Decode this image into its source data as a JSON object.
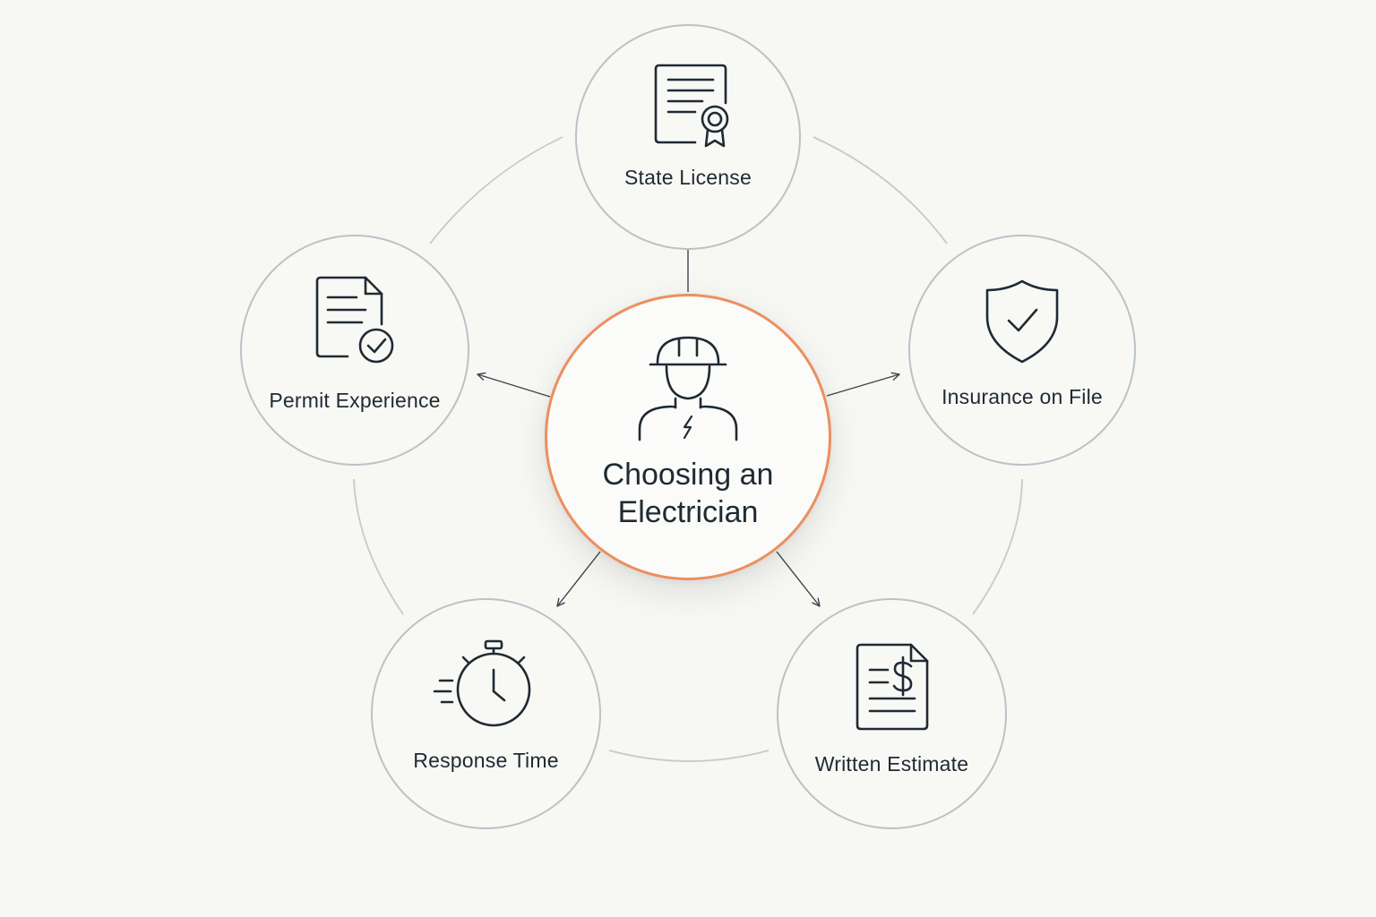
{
  "center": {
    "title_line1": "Choosing an",
    "title_line2": "Electrician",
    "icon": "electrician-hardhat-icon"
  },
  "nodes": [
    {
      "id": "state-license",
      "label": "State License",
      "icon": "license-certificate-icon"
    },
    {
      "id": "insurance",
      "label": "Insurance on File",
      "icon": "shield-check-icon"
    },
    {
      "id": "written-estimate",
      "label": "Written Estimate",
      "icon": "estimate-document-dollar-icon"
    },
    {
      "id": "response-time",
      "label": "Response Time",
      "icon": "stopwatch-icon"
    },
    {
      "id": "permit-experience",
      "label": "Permit Experience",
      "icon": "document-check-icon"
    }
  ],
  "colors": {
    "accent": "#ec8f5e",
    "ring": "#b9c3c7",
    "text": "#1f2a33",
    "background": "#f7f7f4"
  }
}
